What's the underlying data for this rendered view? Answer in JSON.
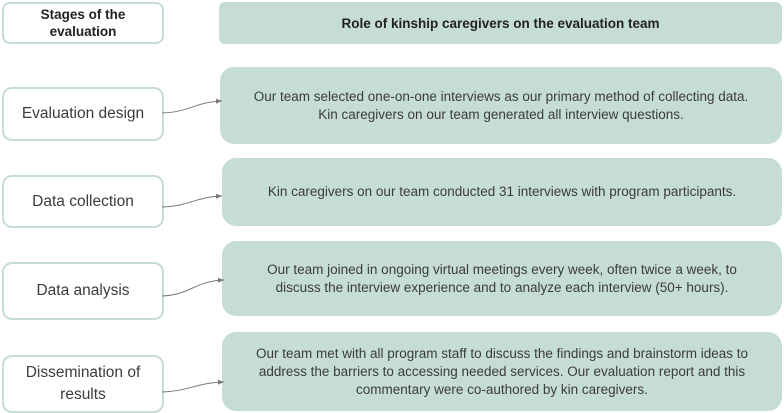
{
  "headers": {
    "stages": "Stages of the\nevaluation",
    "role": "Role of kinship caregivers on the evaluation team"
  },
  "stages": [
    {
      "label": "Evaluation design",
      "role": "Our team selected one-on-one interviews as our primary method of collecting data.\nKin caregivers on our team generated all interview questions."
    },
    {
      "label": "Data collection",
      "role": "Kin caregivers on our team conducted 31 interviews with program participants."
    },
    {
      "label": "Data analysis",
      "role": "Our team joined in ongoing virtual meetings every week, often twice a week, to\ndiscuss the interview experience and to analyze each interview (50+ hours)."
    },
    {
      "label": "Dissemination of\nresults",
      "role": "Our team met with all program staff to discuss the findings and brainstorm ideas to\naddress the barriers to accessing needed services. Our evaluation report and this\ncommentary were co-authored by kin caregivers."
    }
  ],
  "colors": {
    "box_fill": "#c6ddd6",
    "connector": "#7a7a7a"
  }
}
